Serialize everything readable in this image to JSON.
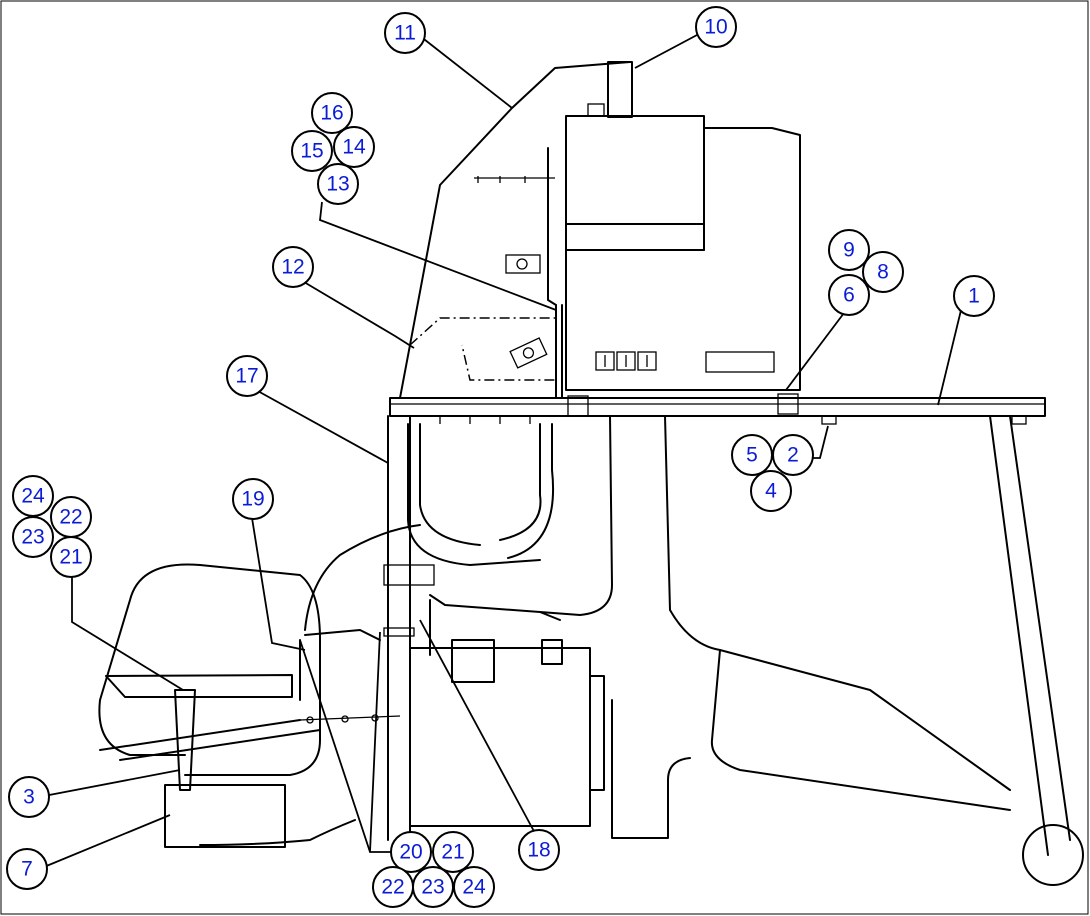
{
  "callouts": [
    {
      "label": "1"
    },
    {
      "label": "2"
    },
    {
      "label": "3"
    },
    {
      "label": "4"
    },
    {
      "label": "5"
    },
    {
      "label": "6"
    },
    {
      "label": "7"
    },
    {
      "label": "8"
    },
    {
      "label": "9"
    },
    {
      "label": "10"
    },
    {
      "label": "11"
    },
    {
      "label": "12"
    },
    {
      "label": "13"
    },
    {
      "label": "14"
    },
    {
      "label": "15"
    },
    {
      "label": "16"
    },
    {
      "label": "17"
    },
    {
      "label": "18"
    },
    {
      "label": "19"
    },
    {
      "label": "20"
    },
    {
      "label": "21"
    },
    {
      "label": "22"
    },
    {
      "label": "23"
    },
    {
      "label": "24"
    },
    {
      "label": "21"
    },
    {
      "label": "22"
    },
    {
      "label": "23"
    },
    {
      "label": "24"
    }
  ],
  "colors": {
    "callout_text": "#0a1cd6",
    "line": "#000000",
    "background": "#ffffff"
  }
}
